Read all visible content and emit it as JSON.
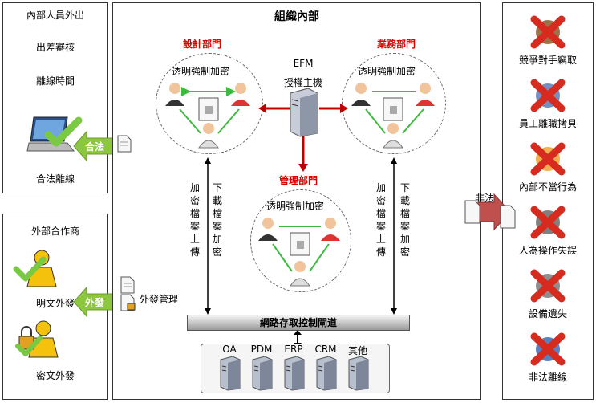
{
  "left_top": {
    "title": "內部人員外出",
    "item1": "出差審核",
    "item2": "離線時間",
    "caption": "合法離線",
    "arrow_label": "合法"
  },
  "left_bottom": {
    "title": "外部合作商",
    "caption1": "明文外發",
    "caption2": "密文外發",
    "arrow_label": "外發",
    "mgmt_label": "外發管理"
  },
  "center": {
    "title": "組織內部",
    "efm_line1": "EFM",
    "efm_line2": "授權主機",
    "dept_design": "設計部門",
    "dept_business": "業務部門",
    "dept_mgmt": "管理部門",
    "encrypt_label": "透明強制加密",
    "upload_text": "加密檔案上傳",
    "download_text": "下載檔案加密",
    "channel_label": "網路存取控制閘道",
    "servers": [
      "OA",
      "PDM",
      "ERP",
      "CRM",
      "其他"
    ]
  },
  "right": {
    "illegal_label": "非法",
    "threats": [
      "競爭對手竊取",
      "員工離職拷貝",
      "內部不當行為",
      "人為操作失誤",
      "設備遺失",
      "非法離線"
    ]
  },
  "colors": {
    "dept_red": "#dd0000",
    "arrow_green": "#8dc63f",
    "arrow_red": "#c00000",
    "x_red": "#d62b1e"
  }
}
